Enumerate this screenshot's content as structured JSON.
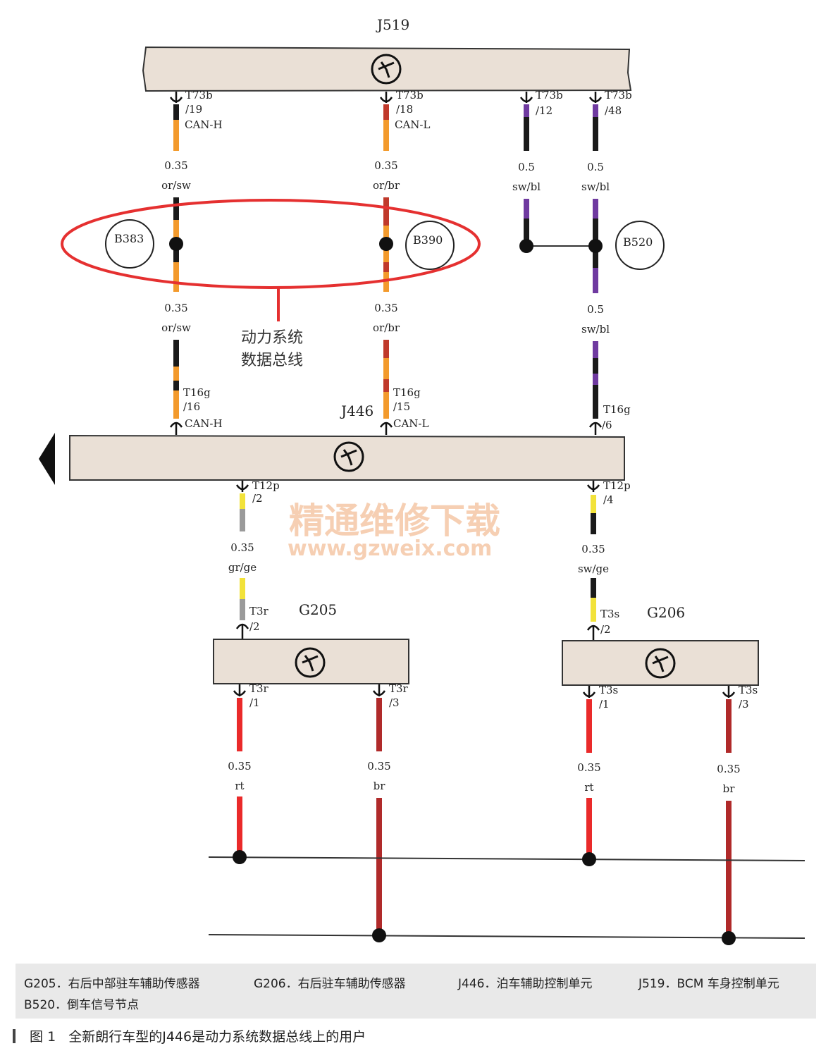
{
  "modules": {
    "J519": "J519",
    "J446": "J446",
    "G205": "G205",
    "G206": "G206"
  },
  "nodes": {
    "B383": "B383",
    "B390": "B390",
    "B520": "B520"
  },
  "pins": {
    "j519_19": [
      "T73b",
      "/19",
      "CAN-H"
    ],
    "j519_18": [
      "T73b",
      "/18",
      "CAN-L"
    ],
    "j519_12": [
      "T73b",
      "/12"
    ],
    "j519_48": [
      "T73b",
      "/48"
    ],
    "j446_16": [
      "T16g",
      "/16",
      "CAN-H"
    ],
    "j446_15": [
      "T16g",
      "/15",
      "CAN-L"
    ],
    "j446_6": [
      "T16g",
      "/6"
    ],
    "j446_t12p2": [
      "T12p",
      "/2"
    ],
    "j446_t12p4": [
      "T12p",
      "/4"
    ],
    "g205_2": [
      "T3r",
      "/2"
    ],
    "g205_1": [
      "T3r",
      "/1"
    ],
    "g205_3": [
      "T3r",
      "/3"
    ],
    "g206_2": [
      "T3s",
      "/2"
    ],
    "g206_1": [
      "T3s",
      "/1"
    ],
    "g206_3": [
      "T3s",
      "/3"
    ]
  },
  "wire_labels": {
    "w1_top": [
      "0.35",
      "or/sw"
    ],
    "w2_top": [
      "0.35",
      "or/br"
    ],
    "w3_top": [
      "0.5",
      "sw/bl"
    ],
    "w4_top": [
      "0.5",
      "sw/bl"
    ],
    "w1_bottom": [
      "0.35",
      "or/sw"
    ],
    "w2_bottom": [
      "0.35",
      "or/br"
    ],
    "w4_bottom": [
      "0.5",
      "sw/bl"
    ],
    "w5": [
      "0.35",
      "gr/ge"
    ],
    "w6": [
      "0.35",
      "sw/ge"
    ],
    "w7": [
      "0.35",
      "rt"
    ],
    "w8": [
      "0.35",
      "br"
    ],
    "w9": [
      "0.35",
      "rt"
    ],
    "w10": [
      "0.35",
      "br"
    ]
  },
  "annotation": [
    "动力系统",
    "数据总线"
  ],
  "watermark": {
    "line1": "精通维修下载",
    "line2": "www.gzweix.com"
  },
  "legend": {
    "g205": "G205．右后中部驻车辅助传感器",
    "g206": "G206．右后驻车辅助传感器",
    "j446": "J446．泊车辅助控制单元",
    "j519": "J519．BCM 车身控制单元",
    "b520": "B520．倒车信号节点"
  },
  "caption": {
    "label": "图 1",
    "text": "全新朗行车型的J446是动力系统数据总线上的用户"
  },
  "colors": {
    "orange": "#f39a2c",
    "black": "#1a1a1a",
    "red_brown": "#c0392b",
    "purple": "#6f3aa0",
    "yellow": "#f2e23a",
    "gray": "#9a9a9a",
    "red": "#ea2a2a",
    "brown_red": "#b02a2a",
    "module_fill": "#eae0d6",
    "ellipse": "#e53030"
  }
}
